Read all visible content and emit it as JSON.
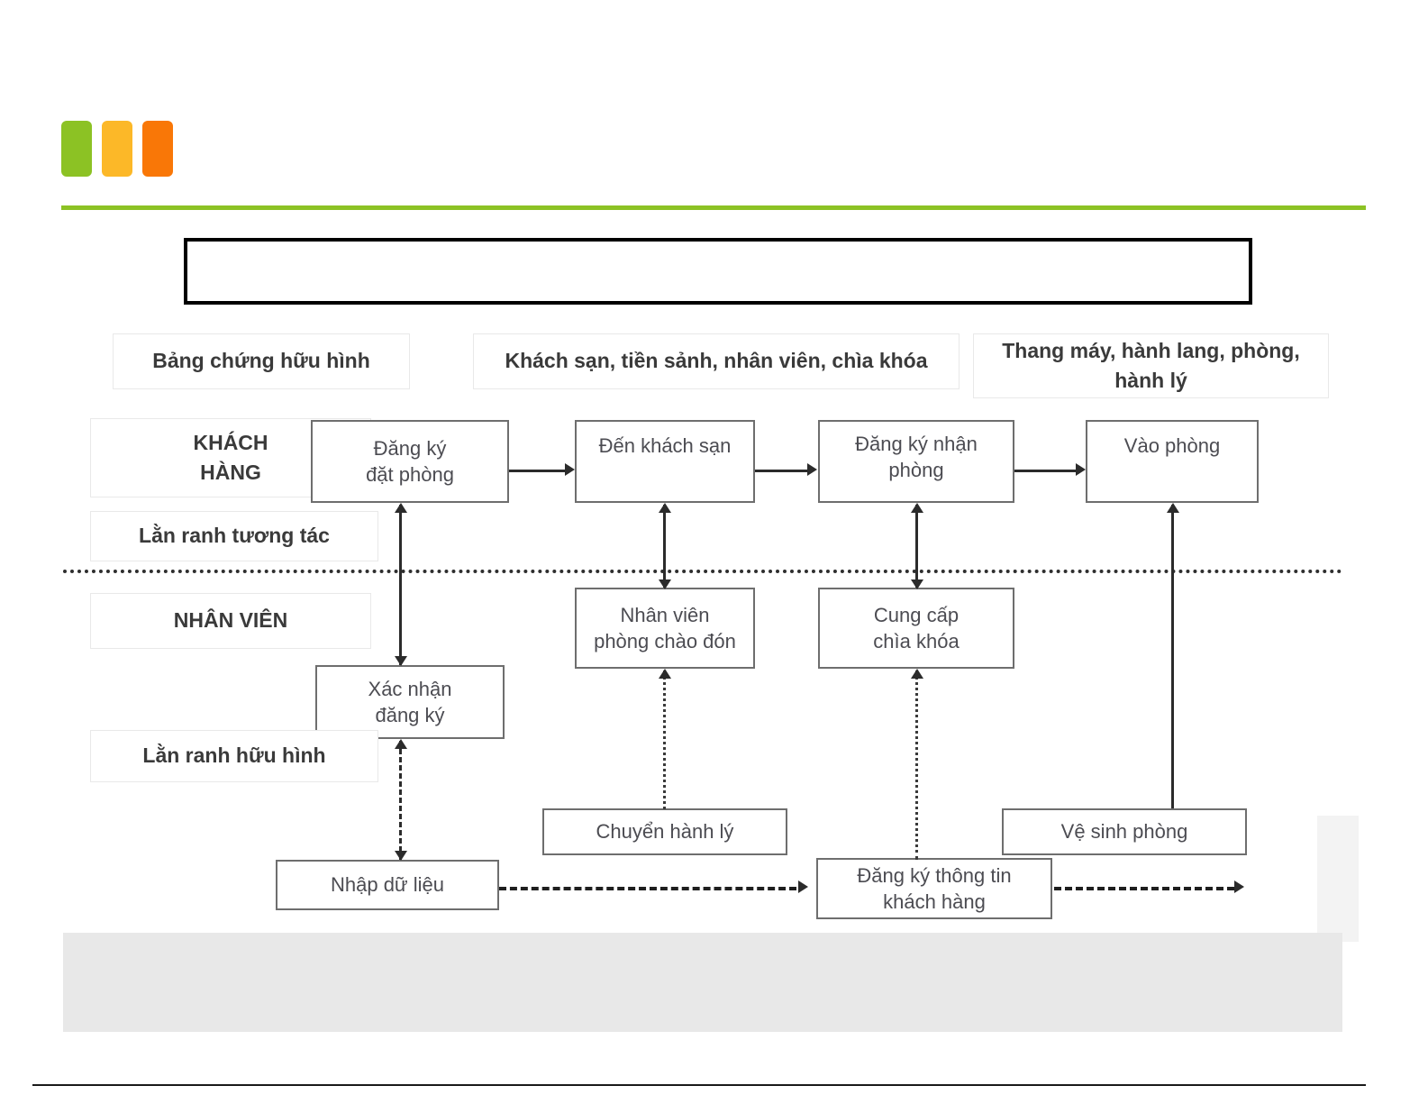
{
  "slide": {
    "title_box_text": "",
    "logo": {
      "bar1_color": "#8cc224",
      "bar2_color": "#fcb828",
      "bar3_color": "#f97707",
      "rule_color": "#8cc224"
    }
  },
  "diagram": {
    "type": "service-blueprint",
    "physical_evidence_label": "Bảng chứng hữu hình",
    "evidence_items": [
      "Khách sạn, tiền sảnh, nhân viên, chìa khóa",
      "Thang máy, hành lang, phòng, hành lý"
    ],
    "lanes": [
      {
        "id": "customer",
        "label": "KHÁCH\nHÀNG",
        "label_line1": "KHÁCH",
        "label_line2": "HÀNG"
      },
      {
        "id": "staff",
        "label": "NHÂN VIÊN"
      }
    ],
    "boundaries": [
      {
        "id": "interaction",
        "label": "Lằn ranh tương tác"
      },
      {
        "id": "visibility",
        "label": "Lằn ranh hữu hình"
      }
    ],
    "nodes": {
      "customer": [
        {
          "id": "dang-ky-dat-phong",
          "line1": "Đăng ký",
          "line2": "đặt phòng"
        },
        {
          "id": "den-khach-san",
          "line1": "Đến khách sạn",
          "line2": ""
        },
        {
          "id": "dang-ky-nhan-phong",
          "line1": "Đăng ký nhận",
          "line2": "phòng"
        },
        {
          "id": "vao-phong",
          "line1": "Vào phòng",
          "line2": ""
        }
      ],
      "staff": [
        {
          "id": "nhan-vien-phong-chao-don",
          "line1": "Nhân viên",
          "line2": "phòng chào đón"
        },
        {
          "id": "cung-cap-chia-khoa",
          "line1": "Cung cấp",
          "line2": "chìa khóa"
        },
        {
          "id": "xac-nhan-dang-ky",
          "line1": "Xác nhận",
          "line2": "đăng ký"
        }
      ],
      "support": [
        {
          "id": "chuyen-hanh-ly",
          "line1": "Chuyển hành lý",
          "line2": ""
        },
        {
          "id": "ve-sinh-phong",
          "line1": "Vệ sinh  phòng",
          "line2": ""
        },
        {
          "id": "nhap-du-lieu",
          "line1": "Nhập dữ liệu",
          "line2": ""
        },
        {
          "id": "dang-ky-thong-tin-khach-hang",
          "line1": "Đăng ký thông tin",
          "line2": "khách hàng"
        }
      ]
    }
  }
}
